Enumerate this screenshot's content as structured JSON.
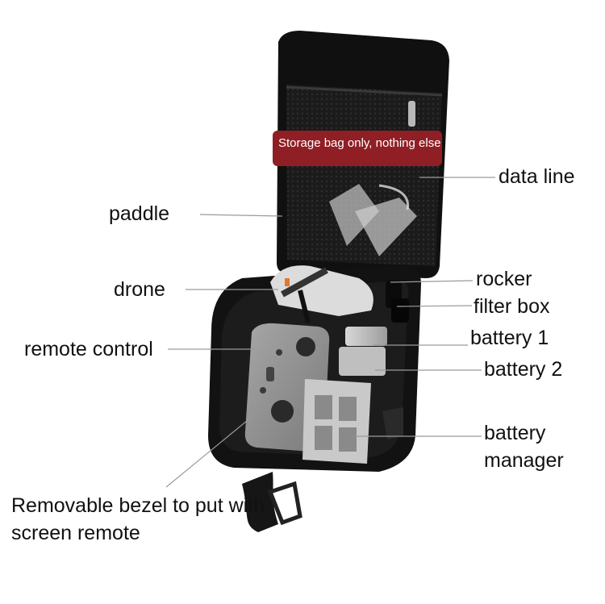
{
  "banner": {
    "text": "Storage bag only, nothing else"
  },
  "labels": {
    "data_line": "data line",
    "paddle": "paddle",
    "rocker": "rocker",
    "drone": "drone",
    "filter_box": "filter box",
    "remote_control": "remote control",
    "battery_1": "battery 1",
    "battery_2": "battery 2",
    "battery_manager": "battery manager",
    "removable_bezel": "Removable bezel to put with screen remote"
  },
  "colors": {
    "bag_body": "#121212",
    "bag_lid_mesh": "#1e1e1e",
    "banner_red": "#8f1f24",
    "controller_gray": "#8c8c8c",
    "leader_line": "#9a9a9a"
  }
}
